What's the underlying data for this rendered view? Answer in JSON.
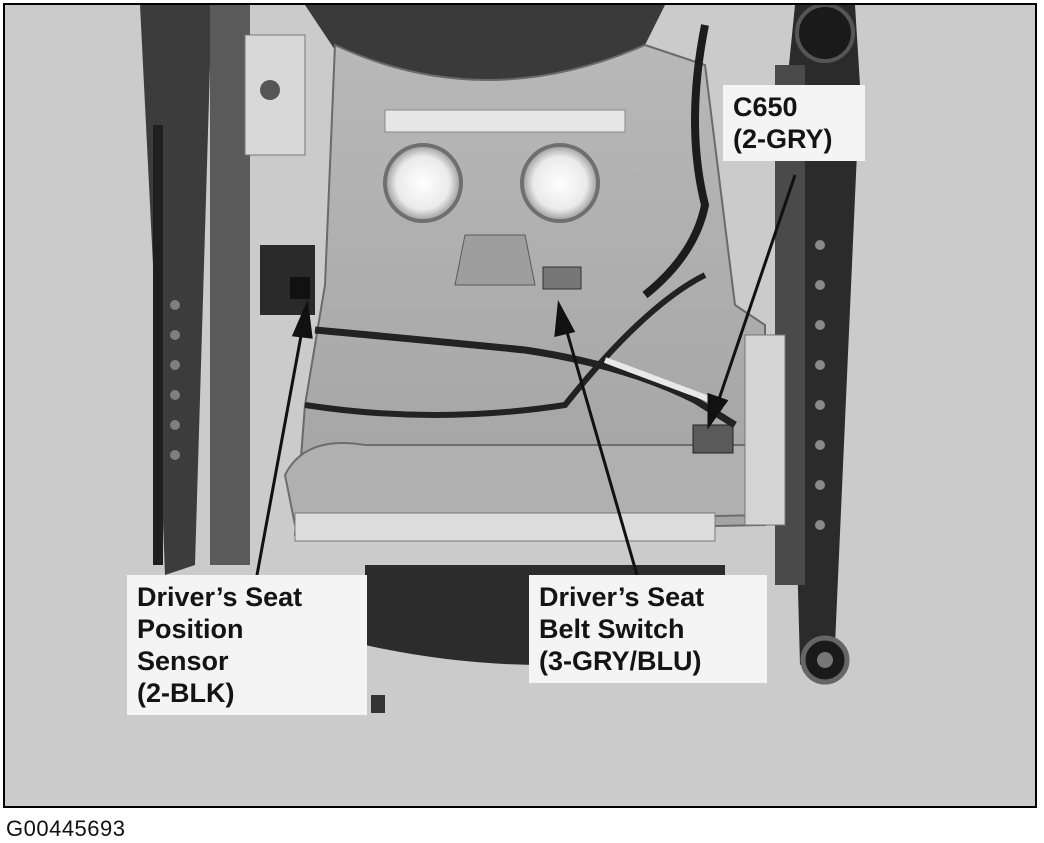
{
  "figure_id": "G00445693",
  "callouts": {
    "connector": {
      "lines": [
        "C650",
        "(2-GRY)"
      ]
    },
    "position_sensor": {
      "lines": [
        "Driver’s Seat",
        "Position",
        "Sensor",
        "(2-BLK)"
      ]
    },
    "belt_switch": {
      "lines": [
        "Driver’s Seat",
        "Belt Switch",
        "(3-GRY/BLU)"
      ]
    }
  },
  "colors": {
    "background": "#c9c9c9",
    "label_box": "#f4f4f4",
    "arrow": "#111111"
  }
}
